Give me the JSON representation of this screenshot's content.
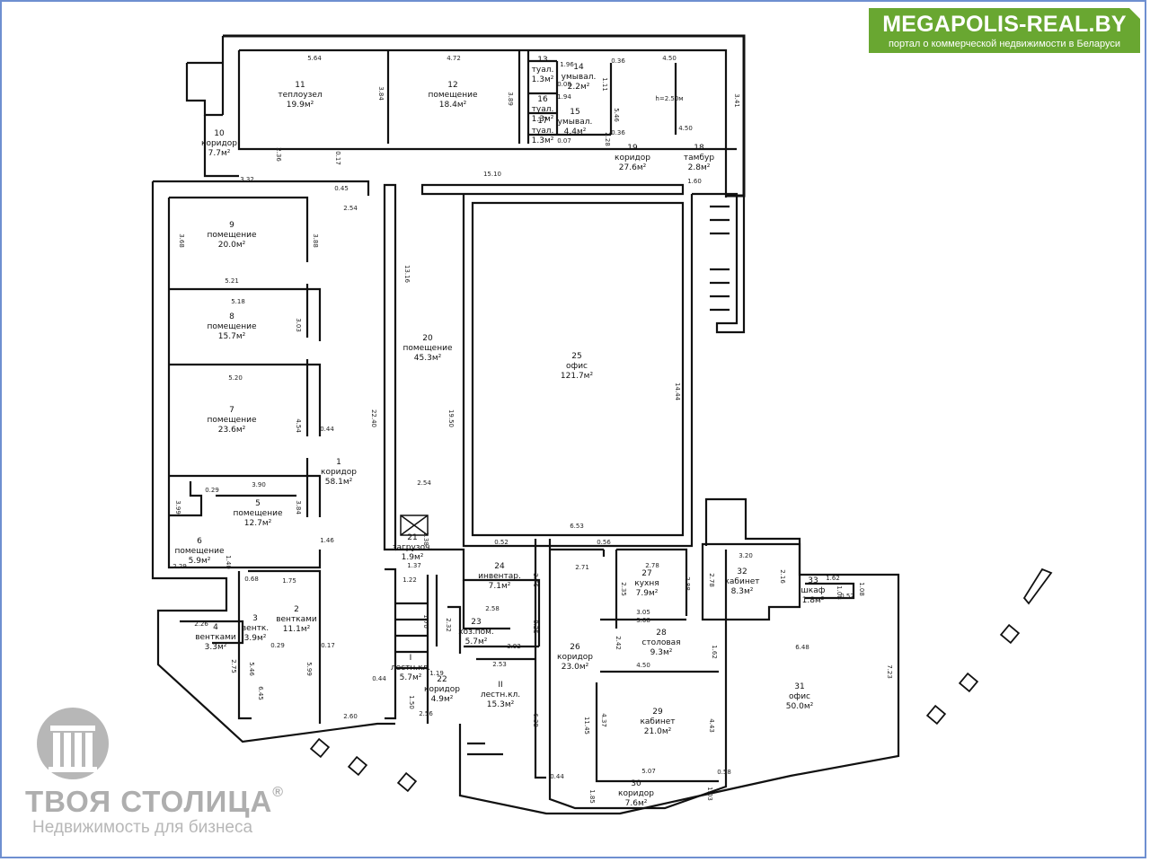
{
  "banner": {
    "title": "MEGAPOLIS-REAL.BY",
    "subtitle": "портал о коммерческой недвижимости в Беларуси",
    "color": "#69a731"
  },
  "watermark": {
    "name": "ТВОЯ СТОЛИЦА",
    "registered": "®",
    "tagline": "Недвижимость для бизнеса",
    "icon": "building-logo-icon"
  },
  "height_note": "h=2.50м",
  "rooms": [
    {
      "num": "1",
      "name": "коридор",
      "area": "58.1м²"
    },
    {
      "num": "2",
      "name": "вентками",
      "area": "11.1м²"
    },
    {
      "num": "3",
      "name": "вентк.",
      "area": "3.9м²"
    },
    {
      "num": "4",
      "name": "вентками",
      "area": "3.3м²"
    },
    {
      "num": "5",
      "name": "помещение",
      "area": "12.7м²"
    },
    {
      "num": "6",
      "name": "помещение",
      "area": "5.9м²"
    },
    {
      "num": "7",
      "name": "помещение",
      "area": "23.6м²"
    },
    {
      "num": "8",
      "name": "помещение",
      "area": "15.7м²"
    },
    {
      "num": "9",
      "name": "помещение",
      "area": "20.0м²"
    },
    {
      "num": "10",
      "name": "коридор",
      "area": "7.7м²"
    },
    {
      "num": "11",
      "name": "теплоузел",
      "area": "19.9м²"
    },
    {
      "num": "12",
      "name": "помещение",
      "area": "18.4м²"
    },
    {
      "num": "13",
      "name": "туал.",
      "area": "1.3м²"
    },
    {
      "num": "14",
      "name": "умывал.",
      "area": "2.2м²"
    },
    {
      "num": "15",
      "name": "умывал.",
      "area": "4.4м²"
    },
    {
      "num": "16",
      "name": "туал.",
      "area": "1.3м²"
    },
    {
      "num": "17",
      "name": "туал.",
      "area": "1.3м²"
    },
    {
      "num": "18",
      "name": "тамбур",
      "area": "2.8м²"
    },
    {
      "num": "19",
      "name": "коридор",
      "area": "27.6м²"
    },
    {
      "num": "20",
      "name": "помещение",
      "area": "45.3м²"
    },
    {
      "num": "21",
      "name": "загрузоч.",
      "area": "1.9м²"
    },
    {
      "num": "22",
      "name": "коридор",
      "area": "4.9м²"
    },
    {
      "num": "23",
      "name": "хоз.пом.",
      "area": "5.7м²"
    },
    {
      "num": "24",
      "name": "инвентар.",
      "area": "7.1м²"
    },
    {
      "num": "25",
      "name": "офис",
      "area": "121.7м²"
    },
    {
      "num": "26",
      "name": "коридор",
      "area": "23.0м²"
    },
    {
      "num": "27",
      "name": "кухня",
      "area": "7.9м²"
    },
    {
      "num": "28",
      "name": "столовая",
      "area": "9.3м²"
    },
    {
      "num": "29",
      "name": "кабинет",
      "area": "21.0м²"
    },
    {
      "num": "30",
      "name": "коридор",
      "area": "7.6м²"
    },
    {
      "num": "31",
      "name": "офис",
      "area": "50.0м²"
    },
    {
      "num": "32",
      "name": "кабинет",
      "area": "8.3м²"
    },
    {
      "num": "33",
      "name": "шкаф",
      "area": "1.8м²"
    },
    {
      "num": "I",
      "name": "лестн.кл.",
      "area": "5.7м²"
    },
    {
      "num": "II",
      "name": "лестн.кл.",
      "area": "15.3м²"
    }
  ],
  "dimensions": [
    "5.64",
    "4.72",
    "4.50",
    "3.84",
    "3.89",
    "3.41",
    "2.36",
    "3.32",
    "0.45",
    "0.17",
    "15.10",
    "1.60",
    "4.50",
    "2.54",
    "3.68",
    "3.88",
    "5.21",
    "5.18",
    "3.03",
    "5.20",
    "4.54",
    "0.44",
    "3.90",
    "0.29",
    "3.84",
    "3.99",
    "1.46",
    "2.29",
    "1.40",
    "22.40",
    "13.16",
    "19.50",
    "14.44",
    "2.54",
    "1.38",
    "1.37",
    "0.52",
    "0.56",
    "6.53",
    "2.71",
    "2.78",
    "2.88",
    "3.05",
    "3.08",
    "2.35",
    "2.42",
    "1.62",
    "0.68",
    "1.75",
    "2.26",
    "0.29",
    "0.17",
    "2.75",
    "5.46",
    "6.45",
    "5.99",
    "2.60",
    "0.44",
    "1.22",
    "1.70",
    "2.32",
    "1.19",
    "1.50",
    "2.56",
    "2.58",
    "3.92",
    "2.53",
    "2.76",
    "0.25",
    "6.38",
    "0.44",
    "1.85",
    "4.50",
    "4.37",
    "4.43",
    "11.45",
    "5.07",
    "0.58",
    "1.03",
    "3.20",
    "2.78",
    "2.16",
    "1.62",
    "1.08",
    "0.52",
    "1.08",
    "6.48",
    "7.23",
    "1.96",
    "1.94",
    "0.08",
    "0.36",
    "0.36",
    "2.28",
    "0.07",
    "1.11",
    "5.46"
  ]
}
